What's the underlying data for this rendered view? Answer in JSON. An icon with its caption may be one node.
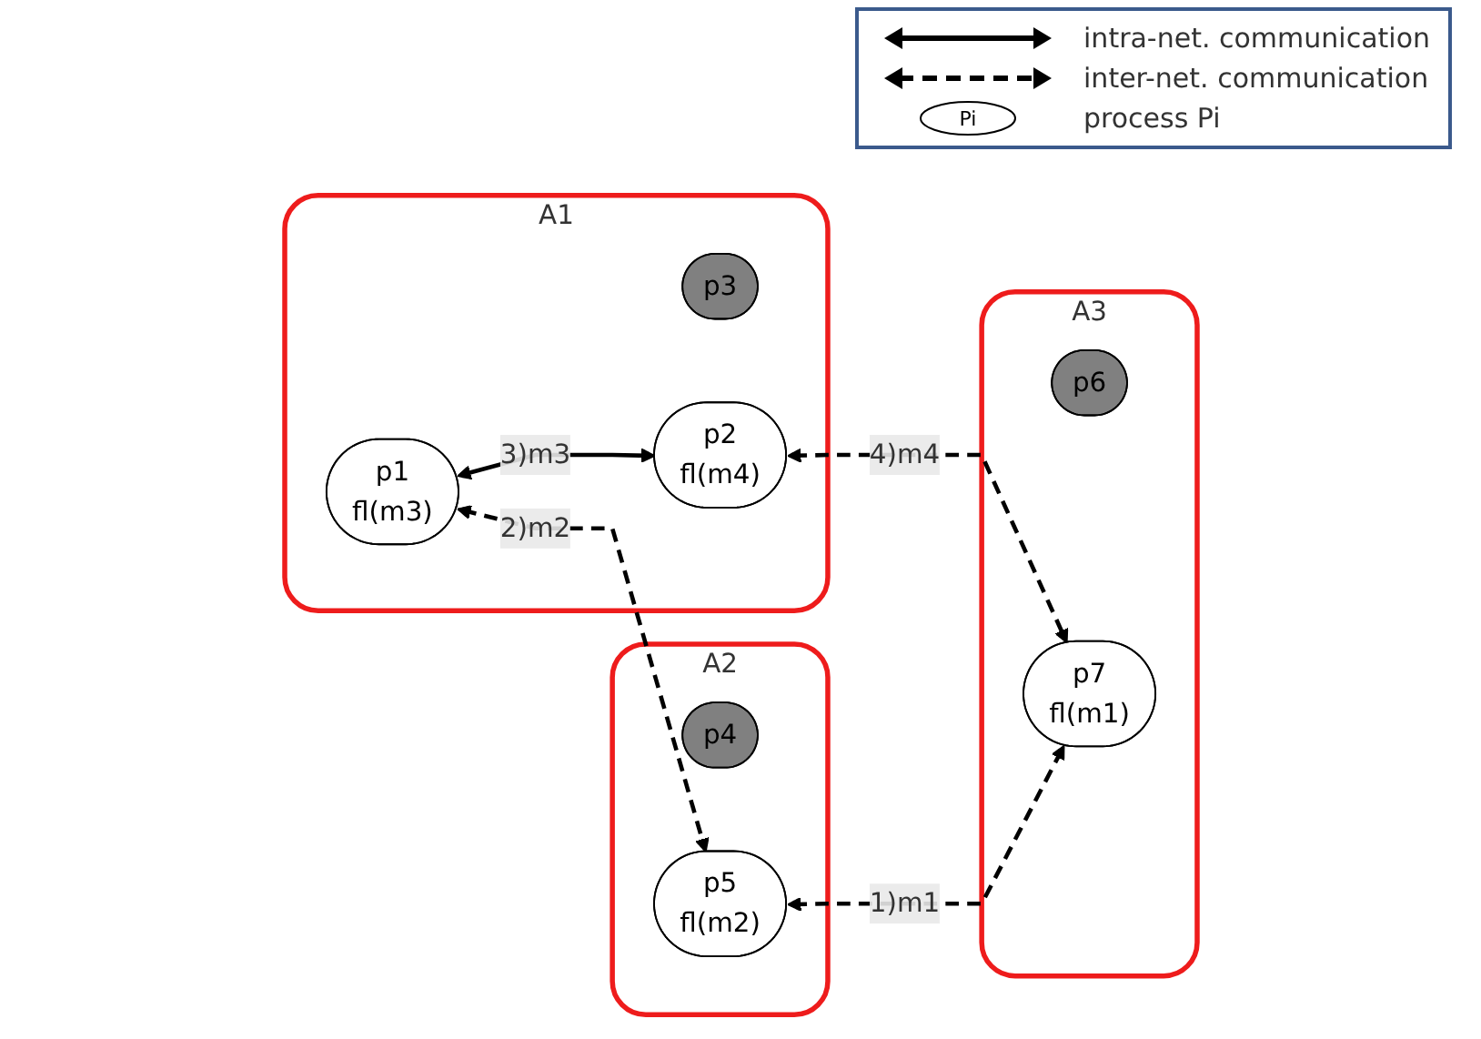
{
  "diagram": {
    "nodes": [
      {
        "text": [
          "A1"
        ]
      },
      {
        "text": [
          "p3"
        ],
        "in": 0
      },
      {
        "text": [
          "p2",
          "fl(m4)"
        ],
        "in": 0
      },
      {
        "text": [
          "p1",
          "fl(m3)"
        ],
        "in": 0
      },
      {
        "text": [
          "A2"
        ]
      },
      {
        "text": [
          "p4"
        ],
        "in": 4
      },
      {
        "text": [
          "p5",
          "fl(m2)"
        ],
        "in": 4
      },
      {
        "text": [
          "A3"
        ]
      },
      {
        "text": [
          "p6"
        ],
        "in": 7
      },
      {
        "text": [
          "p7",
          "fl(m1)"
        ],
        "in": 7
      }
    ],
    "edges": [
      {
        "from": 3,
        "to": 2,
        "arrow": "both",
        "label": "3)m3"
      },
      {
        "from": 3,
        "to": 6,
        "arrow": "both",
        "label": "2)m2",
        "style": "dashed"
      },
      {
        "from": 2,
        "to": 9,
        "arrow": "both",
        "label": "4)m4",
        "style": "dashed"
      },
      {
        "from": 6,
        "to": 9,
        "arrow": "both",
        "label": "1)m1",
        "style": "dashed"
      }
    ],
    "labels": [
      "Pi"
    ],
    "legend": [
      {
        "text": "intra-net. communication"
      },
      {
        "text": "inter-net. communication"
      },
      {
        "text": "process Pi"
      }
    ]
  }
}
